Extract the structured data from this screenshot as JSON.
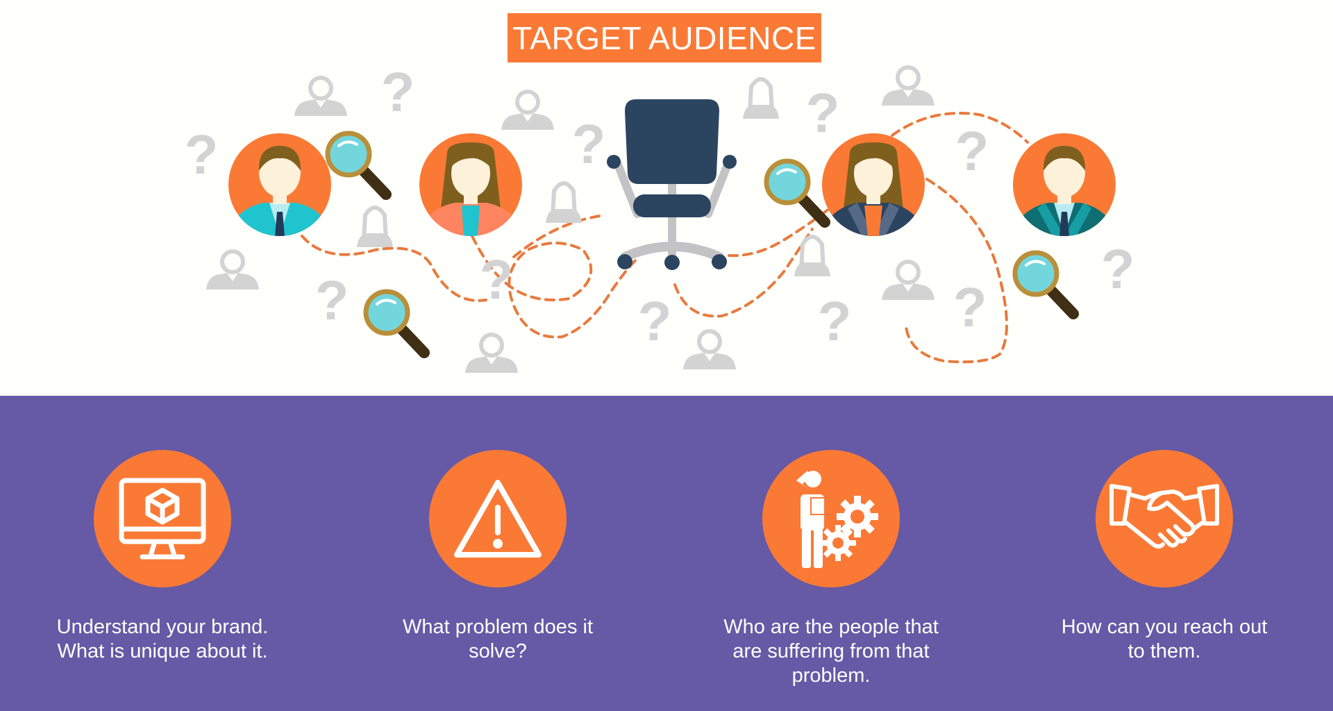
{
  "header": {
    "title": "TARGET AUDIENCE"
  },
  "colors": {
    "accent_orange": "#fa7a35",
    "background_purple": "#6659a5",
    "chair_navy": "#2b4460",
    "silhouette_gray": "#d3d3d3",
    "magnifier_lens": "#74d6dd",
    "magnifier_rim": "#b98f3a"
  },
  "illustration": {
    "center_icon": "office-chair-icon",
    "personas": [
      {
        "type": "man",
        "suit": "teal"
      },
      {
        "type": "woman",
        "suit": "coral"
      },
      {
        "type": "woman",
        "suit": "slate"
      },
      {
        "type": "man",
        "suit": "dark-teal"
      }
    ],
    "decorations": [
      "question-mark-icon",
      "magnifier-icon",
      "person-silhouette-icon"
    ]
  },
  "steps": [
    {
      "icon": "monitor-box-icon",
      "label": "Understand your brand.\nWhat is unique about it."
    },
    {
      "icon": "warning-icon",
      "label": "What problem does it\nsolve?"
    },
    {
      "icon": "confused-person-gears-icon",
      "label": "Who are the people that\nare suffering from that\nproblem."
    },
    {
      "icon": "handshake-icon",
      "label": "How can you reach out\nto them."
    }
  ]
}
